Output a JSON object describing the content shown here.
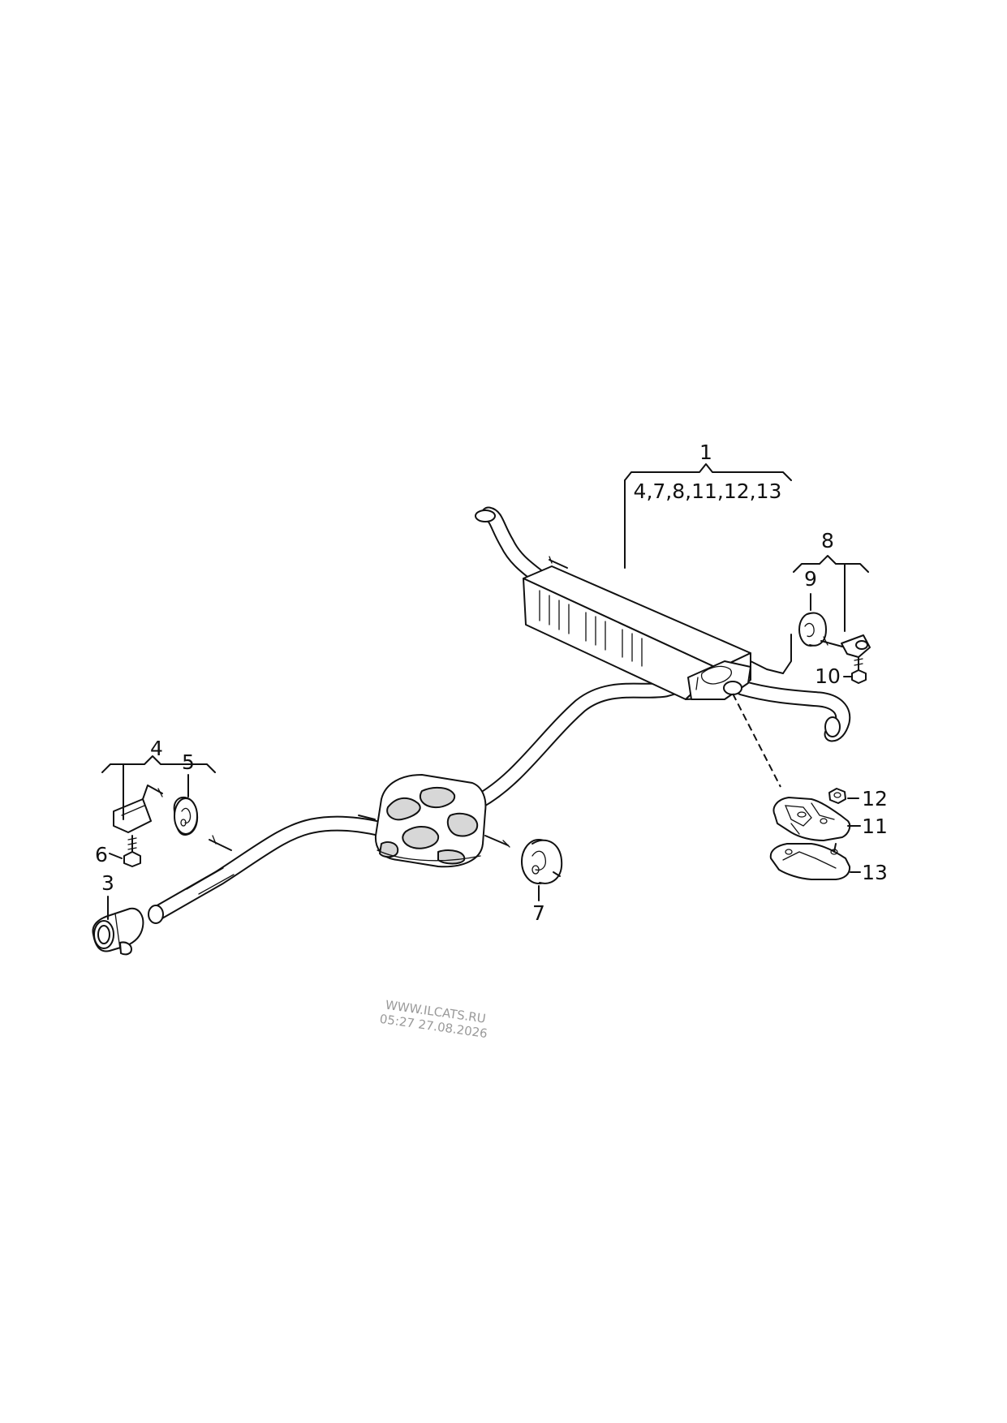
{
  "callouts": {
    "c1": "1",
    "c1_sub": "4,7,8,11,12,13",
    "c3": "3",
    "c4": "4",
    "c5": "5",
    "c6": "6",
    "c7": "7",
    "c8": "8",
    "c9": "9",
    "c10": "10",
    "c11": "11",
    "c12": "12",
    "c13": "13"
  },
  "watermark": {
    "line1": "WWW.ILCATS.RU",
    "line2": "05:27 27.08.2026"
  }
}
